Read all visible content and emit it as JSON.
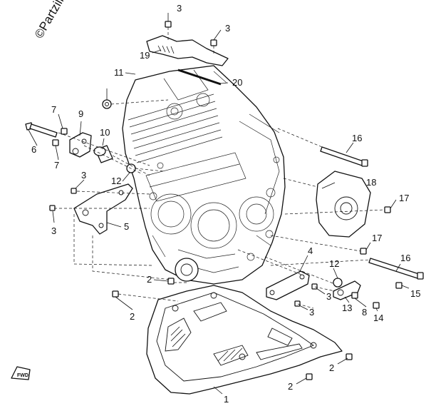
{
  "watermark": "©Partzilla",
  "direction_label": "FWD",
  "callouts": [
    {
      "id": "c3a",
      "label": "3"
    },
    {
      "id": "c3b",
      "label": "3"
    },
    {
      "id": "c19",
      "label": "19"
    },
    {
      "id": "c11",
      "label": "11"
    },
    {
      "id": "c20",
      "label": "20"
    },
    {
      "id": "c7a",
      "label": "7"
    },
    {
      "id": "c9",
      "label": "9"
    },
    {
      "id": "c6",
      "label": "6"
    },
    {
      "id": "c7b",
      "label": "7"
    },
    {
      "id": "c10",
      "label": "10"
    },
    {
      "id": "c16a",
      "label": "16"
    },
    {
      "id": "c18",
      "label": "18"
    },
    {
      "id": "c3c",
      "label": "3"
    },
    {
      "id": "c12a",
      "label": "12"
    },
    {
      "id": "c17a",
      "label": "17"
    },
    {
      "id": "c3d",
      "label": "3"
    },
    {
      "id": "c5",
      "label": "5"
    },
    {
      "id": "c17b",
      "label": "17"
    },
    {
      "id": "c4",
      "label": "4"
    },
    {
      "id": "c16b",
      "label": "16"
    },
    {
      "id": "c12b",
      "label": "12"
    },
    {
      "id": "c2a",
      "label": "2"
    },
    {
      "id": "c3e",
      "label": "3"
    },
    {
      "id": "c15",
      "label": "15"
    },
    {
      "id": "c2b",
      "label": "2"
    },
    {
      "id": "c3f",
      "label": "3"
    },
    {
      "id": "c13",
      "label": "13"
    },
    {
      "id": "c8",
      "label": "8"
    },
    {
      "id": "c14",
      "label": "14"
    },
    {
      "id": "c2c",
      "label": "2"
    },
    {
      "id": "c2d",
      "label": "2"
    },
    {
      "id": "c1",
      "label": "1"
    }
  ]
}
